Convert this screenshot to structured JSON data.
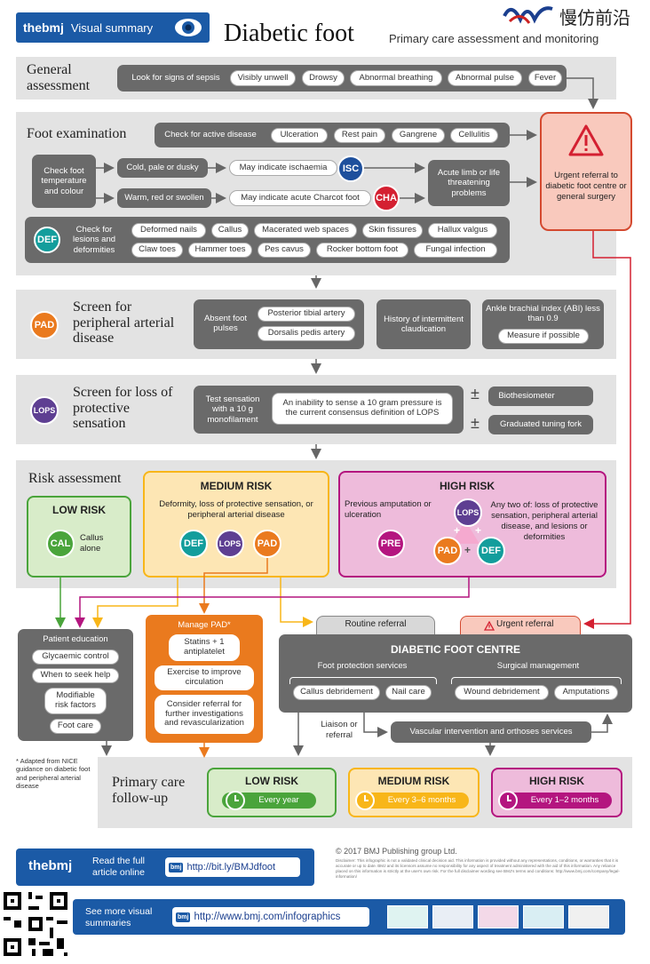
{
  "header": {
    "brand": "thebmj",
    "badge_label": "Visual summary",
    "title": "Diabetic foot",
    "subtitle": "Primary care assessment and monitoring",
    "watermark": "慢仿前沿"
  },
  "general": {
    "title": "General assessment",
    "lead": "Look for signs of sepsis",
    "items": [
      "Visibly unwell",
      "Drowsy",
      "Abnormal breathing",
      "Abnormal pulse",
      "Fever"
    ]
  },
  "foot": {
    "title": "Foot examination",
    "active_lead": "Check for active disease",
    "active_items": [
      "Ulceration",
      "Rest pain",
      "Gangrene",
      "Cellulitis"
    ],
    "temp_lead": "Check foot temperature and colour",
    "cold": "Cold, pale or dusky",
    "warm": "Warm, red or swollen",
    "isc_text": "May indicate ischaemia",
    "isc": "ISC",
    "cha_text": "May indicate acute Charcot foot",
    "cha": "CHA",
    "acute": "Acute limb or life threatening problems",
    "def": "DEF",
    "lesions_lead": "Check for lesions and deformities",
    "lesions_row1": [
      "Deformed nails",
      "Callus",
      "Macerated web spaces",
      "Skin fissures",
      "Hallux valgus"
    ],
    "lesions_row2": [
      "Claw toes",
      "Hammer toes",
      "Pes cavus",
      "Rocker bottom foot",
      "Fungal infection"
    ]
  },
  "urgent": {
    "text": "Urgent referral to diabetic foot centre or general surgery"
  },
  "pad": {
    "badge": "PAD",
    "title": "Screen for peripheral arterial disease",
    "pulses_lead": "Absent foot pulses",
    "pulses": [
      "Posterior tibial artery",
      "Dorsalis pedis artery"
    ],
    "history": "History of intermittent claudication",
    "abi": "Ankle brachial index (ABI) less than 0.9",
    "abi_action": "Measure if possible"
  },
  "lops": {
    "badge": "LOPS",
    "title": "Screen for loss of protective sensation",
    "test": "Test sensation with a 10 g monofilament",
    "definition": "An inability to sense a 10 gram pressure is the current consensus definition of LOPS",
    "pm": "±",
    "options": [
      "Biothesiometer",
      "Graduated tuning fork"
    ]
  },
  "risk": {
    "title": "Risk assessment",
    "low": {
      "title": "LOW RISK",
      "badge": "CAL",
      "text": "Callus alone"
    },
    "medium": {
      "title": "MEDIUM RISK",
      "text": "Deformity, loss of protective sensation, or peripheral arterial disease",
      "badges": [
        "DEF",
        "LOPS",
        "PAD"
      ]
    },
    "high": {
      "title": "HIGH RISK",
      "prev": "Previous amputation or ulceration",
      "badge_pre": "PRE",
      "any_two": "Any two of: loss of protective sensation, peripheral arterial disease, and lesions or deformities",
      "badges": [
        "LOPS",
        "PAD",
        "DEF"
      ],
      "plus": "+"
    }
  },
  "education": {
    "title": "Patient education",
    "items": [
      "Glycaemic control",
      "When to seek help",
      "Modifiable risk factors",
      "Foot care"
    ]
  },
  "manage_pad": {
    "title": "Manage PAD*",
    "items": [
      "Statins + 1 antiplatelet",
      "Exercise to improve circulation",
      "Consider referral for further investigations and revascularization"
    ]
  },
  "centre": {
    "routine": "Routine referral",
    "urgent_tab": "Urgent referral",
    "title": "DIABETIC FOOT CENTRE",
    "fps": "Foot protection services",
    "fps_items": [
      "Callus debridement",
      "Nail care"
    ],
    "surgical": "Surgical management",
    "surgical_items": [
      "Wound debridement",
      "Amputations"
    ],
    "liaison": "Liaison or referral",
    "vascular": "Vascular intervention and orthoses services"
  },
  "footnote": "* Adapted from NICE guidance on diabetic foot and peripheral arterial disease",
  "followup": {
    "title": "Primary care follow-up",
    "low": {
      "title": "LOW RISK",
      "freq": "Every year"
    },
    "medium": {
      "title": "MEDIUM RISK",
      "freq": "Every 3–6 months"
    },
    "high": {
      "title": "HIGH RISK",
      "freq": "Every 1–2 months"
    }
  },
  "footer": {
    "copyright": "© 2017 BMJ Publishing group Ltd.",
    "disclaimer": "Disclaimer: This infographic is not a validated clinical decision aid. This information is provided without any representations, conditions, or warranties that it is accurate or up to date. BMJ and its licensors assume no responsibility for any aspect of treatment administered with the aid of this information. Any reliance placed on this information is strictly at the user's own risk. For the full disclaimer wording see BMJ's terms and conditions: http://www.bmj.com/company/legal-information/",
    "brand": "thebmj",
    "read_text": "Read the full article online",
    "url1": "http://bit.ly/BMJdfoot",
    "see_text": "See more visual summaries",
    "url2": "http://www.bmj.com/infographics",
    "bmj_mini": "bmj"
  },
  "colors": {
    "teal": "#139d9c",
    "blue": "#1d4f9c",
    "red": "#d42031",
    "purple": "#5e3f92",
    "orange": "#ea7a1e",
    "green": "#4aa43b",
    "magenta": "#b4157f",
    "yellow": "#f8b619"
  }
}
